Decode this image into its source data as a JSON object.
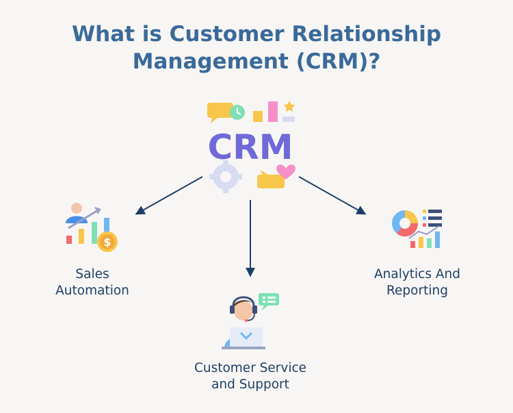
{
  "title": {
    "line1": "What is Customer Relationship",
    "line2": "Management (CRM)?"
  },
  "center": {
    "logo_text": "CRM",
    "icon": "crm-logo-icon"
  },
  "branches": [
    {
      "line1": "Sales",
      "line2": "Automation",
      "icon": "sales-chart-icon"
    },
    {
      "line1": "Customer Service",
      "line2": "and Support",
      "icon": "support-agent-icon"
    },
    {
      "line1": "Analytics And",
      "line2": "Reporting",
      "icon": "analytics-report-icon"
    }
  ],
  "colors": {
    "title": "#3a6a9a",
    "labels": "#1d3f66",
    "arrows": "#1d3f66",
    "crm_text": "#6f6ad8",
    "background": "#f8f6f4"
  }
}
